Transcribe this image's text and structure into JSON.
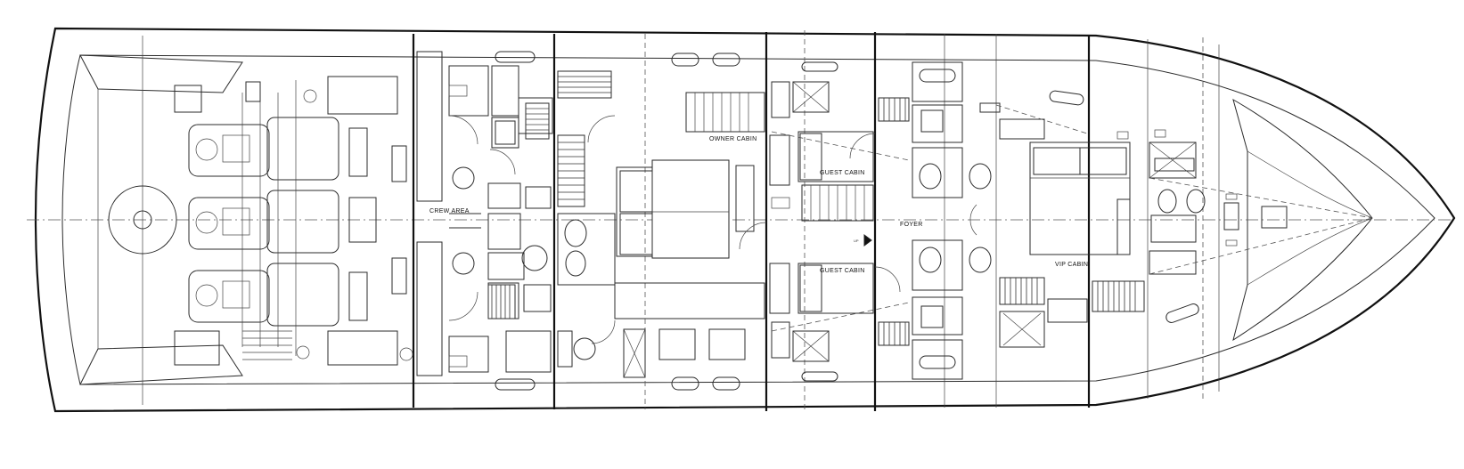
{
  "drawing": {
    "labels": {
      "crew_area": "CREW AREA",
      "owner_cabin": "OWNER CABIN",
      "guest_cabin_upper": "GUEST CABIN",
      "guest_cabin_lower": "GUEST CABIN",
      "foyer": "FOYER",
      "vip_cabin": "VIP CABIN",
      "up": "UP"
    }
  },
  "colors": {
    "line": "#2b2b2b",
    "background": "#ffffff"
  }
}
